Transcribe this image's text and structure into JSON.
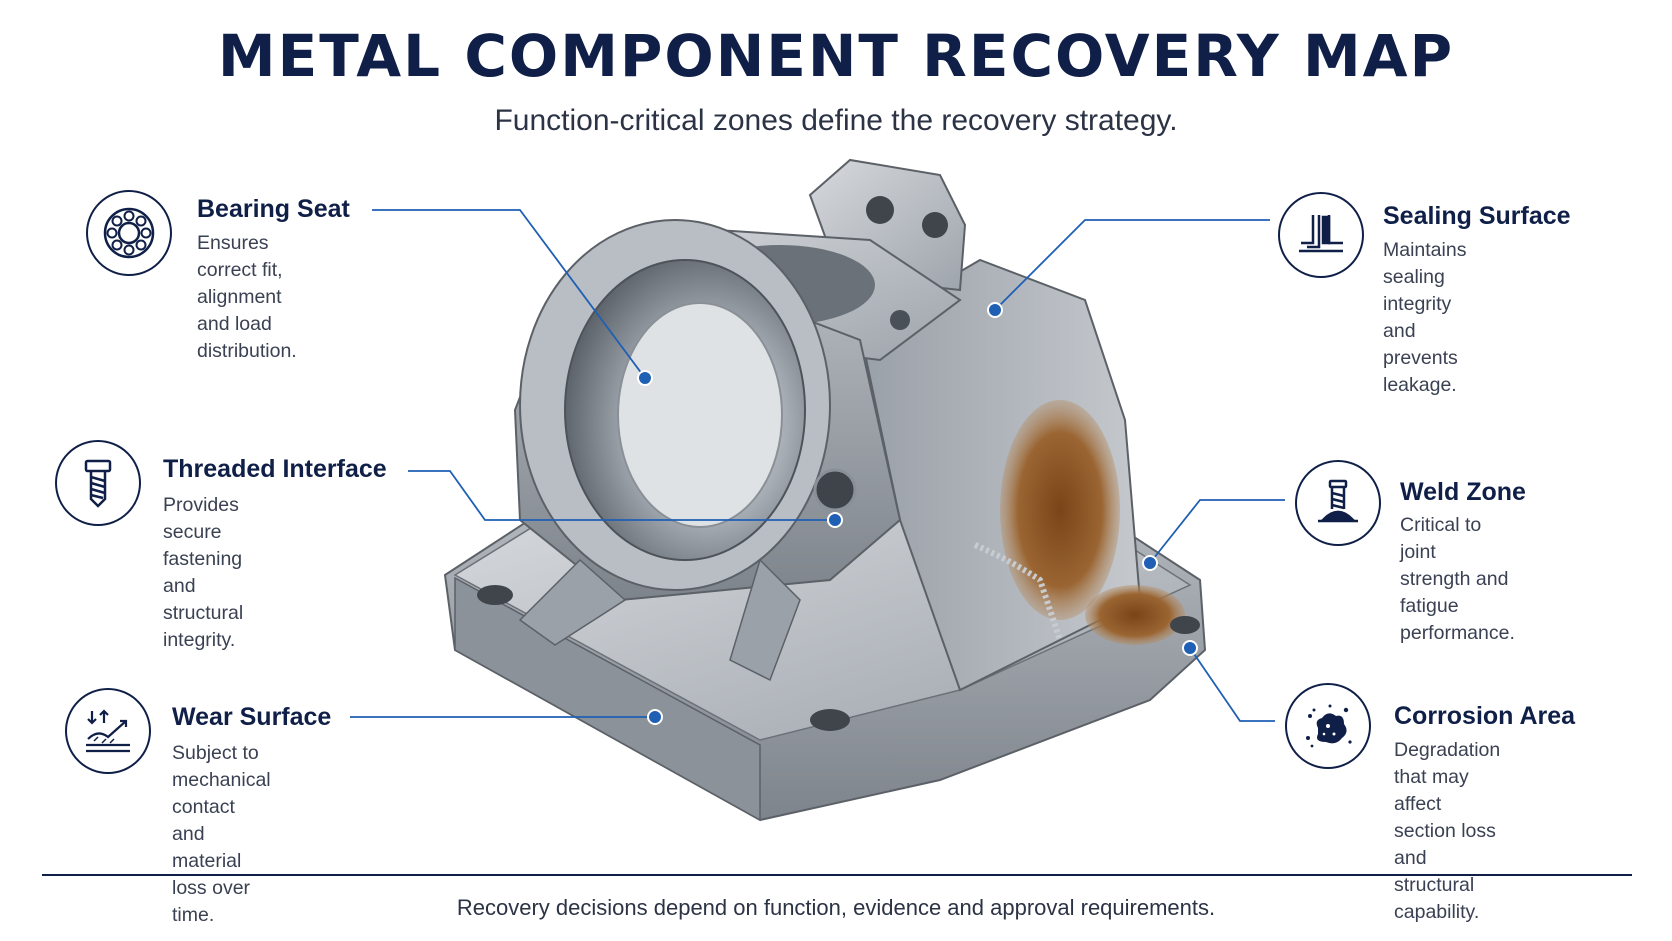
{
  "header": {
    "title": "METAL COMPONENT RECOVERY MAP",
    "subtitle": "Function-critical zones define the recovery strategy."
  },
  "callouts": [
    {
      "id": "bearing",
      "icon": "bearing-icon",
      "title": "Bearing Seat",
      "lines": [
        "Ensures correct fit,",
        "alignment and load",
        "distribution."
      ]
    },
    {
      "id": "threaded",
      "icon": "bolt-icon",
      "title": "Threaded Interface",
      "lines": [
        "Provides secure",
        "fastening and structural",
        "integrity."
      ]
    },
    {
      "id": "wear",
      "icon": "wear-icon",
      "title": "Wear Surface",
      "lines": [
        "Subject to mechanical",
        "contact and material",
        "loss over time."
      ]
    },
    {
      "id": "sealing",
      "icon": "seal-icon",
      "title": "Sealing Surface",
      "lines": [
        "Maintains sealing",
        "integrity and prevents",
        "leakage."
      ]
    },
    {
      "id": "weld",
      "icon": "weld-icon",
      "title": "Weld Zone",
      "lines": [
        "Critical to joint",
        "strength and fatigue",
        "performance."
      ]
    },
    {
      "id": "corrosion",
      "icon": "corrosion-icon",
      "title": "Corrosion Area",
      "lines": [
        "Degradation that may",
        "affect section loss and",
        "structural capability."
      ]
    }
  ],
  "footer": {
    "text": "Recovery decisions depend on function, evidence and approval requirements."
  },
  "colors": {
    "navy": "#0f1f47",
    "leader_blue": "#1f5fb4",
    "metal": "#a7adb4",
    "rust": "#8a5424"
  }
}
